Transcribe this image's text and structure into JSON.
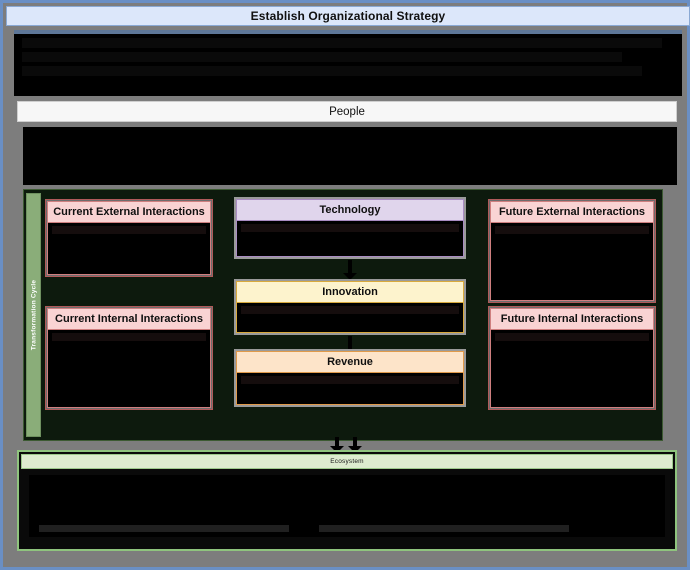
{
  "window": {
    "title": "Establish Organizational Strategy",
    "title_bar_color": "#dce7fa",
    "border_color": "#6a8fc4",
    "background_color": "#7d7d7d"
  },
  "people": {
    "label": "People"
  },
  "transformation_cycle": {
    "spine_label": "Transformation Cycle",
    "spine_color": "#8aad79",
    "panel_color": "#0d1a0d"
  },
  "cards": {
    "current_external": {
      "title": "Current External Interactions",
      "accent": "#cf7f7f",
      "header_color": "#f9d3d3"
    },
    "current_internal": {
      "title": "Current Internal Interactions",
      "accent": "#cf7f7f",
      "header_color": "#f9d3d3"
    },
    "future_external": {
      "title": "Future External Interactions",
      "accent": "#cf7f7f",
      "header_color": "#f9d3d3"
    },
    "future_internal": {
      "title": "Future Internal Interactions",
      "accent": "#cf7f7f",
      "header_color": "#f9d3d3"
    },
    "technology": {
      "title": "Technology",
      "accent": "#a98cc2",
      "header_color": "#e0d5ec"
    },
    "innovation": {
      "title": "Innovation",
      "accent": "#d8a93c",
      "header_color": "#fdf3cd"
    },
    "revenue": {
      "title": "Revenue",
      "accent": "#e09a4a",
      "header_color": "#fde4c9"
    }
  },
  "ecosystem": {
    "label": "Ecosystem",
    "accent": "#8fc47e",
    "header_color": "#ddeccf"
  }
}
